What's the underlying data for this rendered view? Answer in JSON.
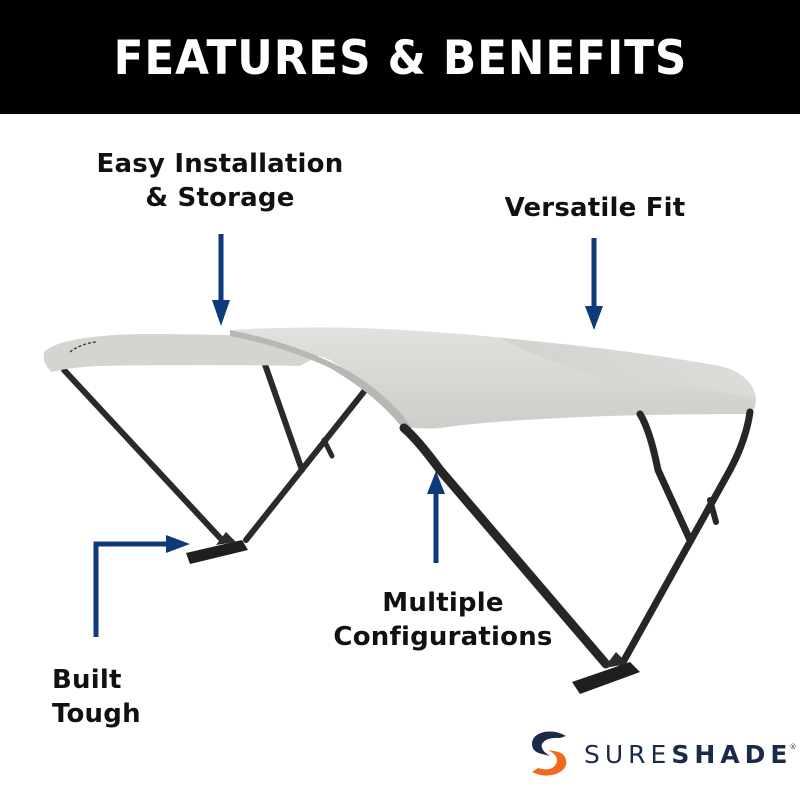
{
  "header": {
    "title": "FEATURES & BENEFITS",
    "background": "#000000",
    "text_color": "#ffffff"
  },
  "callouts": [
    {
      "id": "install",
      "lines": [
        "Easy Installation",
        "& Storage"
      ],
      "arrow": "down"
    },
    {
      "id": "versatile",
      "lines": [
        "Versatile Fit"
      ],
      "arrow": "down"
    },
    {
      "id": "config",
      "lines": [
        "Multiple",
        "Configurations"
      ],
      "arrow": "up"
    },
    {
      "id": "tough",
      "lines": [
        "Built",
        "Tough"
      ],
      "arrow": "elbow-right"
    }
  ],
  "product": {
    "name": "bimini-style boat shade canopy",
    "canopy_color": "#d9d7d4",
    "frame_color": "#2a2a2a"
  },
  "colors": {
    "arrow": "#0d3a78",
    "label_text": "#111111",
    "logo_navy": "#1c2a4a",
    "logo_orange": "#ef6a1a"
  },
  "logo": {
    "light_part": "SURE",
    "bold_part": "SHADE",
    "registered_mark": "®"
  }
}
